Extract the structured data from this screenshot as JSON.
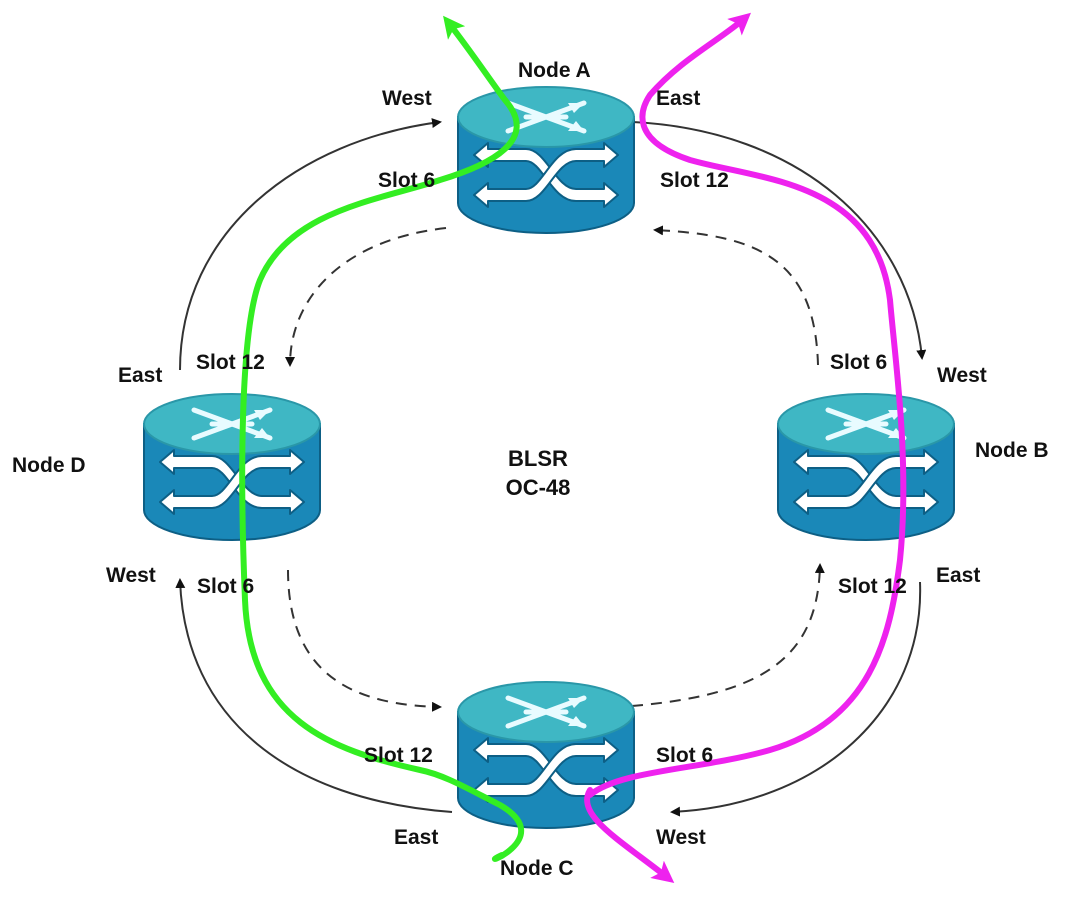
{
  "ring": {
    "name": "BLSR",
    "rate": "OC-48"
  },
  "nodes": {
    "a": {
      "name": "Node A",
      "west_label": "West",
      "east_label": "East",
      "west_slot": "Slot 6",
      "east_slot": "Slot 12"
    },
    "b": {
      "name": "Node B",
      "west_label": "West",
      "east_label": "East",
      "west_slot": "Slot 6",
      "east_slot": "Slot 12"
    },
    "c": {
      "name": "Node C",
      "west_label": "West",
      "east_label": "East",
      "west_slot": "Slot 6",
      "east_slot": "Slot 12"
    },
    "d": {
      "name": "Node D",
      "west_label": "West",
      "east_label": "East",
      "west_slot": "Slot 6",
      "east_slot": "Slot 12"
    }
  },
  "colors": {
    "router_top": "#3fb7c4",
    "router_body": "#1a88b8",
    "router_edge": "#0d5f85",
    "path_green": "#33ee22",
    "path_magenta": "#ee22ee",
    "fiber_line": "#333333"
  },
  "icons": {
    "node_symbol": "optical-cross-connect-icon"
  }
}
